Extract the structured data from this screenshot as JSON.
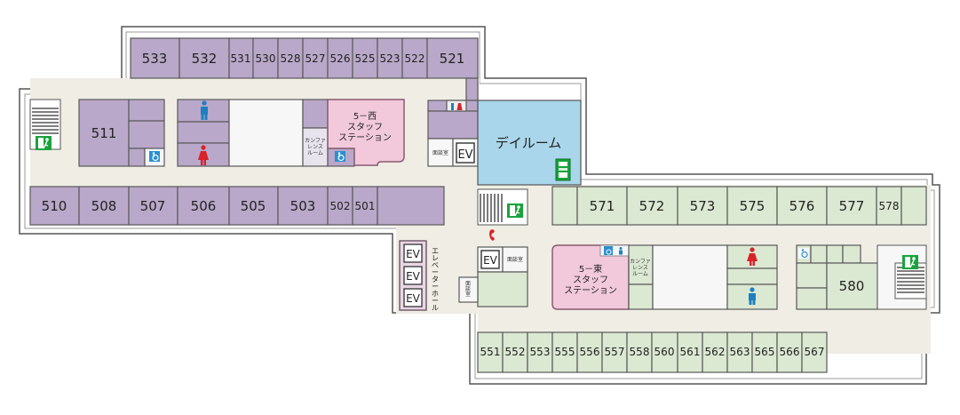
{
  "colors": {
    "purple_room": "#b9a8c9",
    "green_room": "#dbe8d2",
    "corridor": "#efede4",
    "dayroom": "#a9d6ea",
    "staff_station": "#f1c9da",
    "male_icon": "#1e7fc1",
    "female_icon": "#d8232a",
    "exit_green": "#19a33c"
  },
  "icons": [
    "male-icon",
    "female-icon",
    "wheelchair-icon",
    "emergency-exit-icon",
    "staircase-icon",
    "telephone-icon",
    "vending-machine-icon"
  ],
  "west_wing": {
    "north_rooms": [
      "533",
      "532",
      "531",
      "530",
      "528",
      "527",
      "526",
      "525",
      "523",
      "522",
      "521"
    ],
    "south_rooms": [
      "510",
      "508",
      "507",
      "506",
      "505",
      "503",
      "502",
      "501"
    ],
    "corner_room": "511",
    "staff_station": [
      "5－西",
      "スタッフ",
      "ステーション"
    ],
    "conference_room": [
      "カンファ",
      "レンス",
      "ルーム"
    ],
    "interview_room": "面談室",
    "elevator": "EV"
  },
  "day_room": {
    "label": "デイルーム"
  },
  "elevator_hall": {
    "label": [
      "エ",
      "レ",
      "ベ",
      "ー",
      "タ",
      "ー",
      "ホ",
      "ー",
      "ル"
    ],
    "elevators": [
      "EV",
      "EV",
      "EV"
    ]
  },
  "east_wing": {
    "north_rooms": [
      "571",
      "572",
      "573",
      "575",
      "576",
      "577",
      "578"
    ],
    "south_rooms": [
      "551",
      "552",
      "553",
      "555",
      "556",
      "557",
      "558",
      "560",
      "561",
      "562",
      "563",
      "565",
      "566",
      "567"
    ],
    "corner_room": "580",
    "staff_station": [
      "5－東",
      "スタッフ",
      "ステーション"
    ],
    "conference_room": [
      "カンファ",
      "レンス",
      "ルーム"
    ],
    "interview_room": "面談室",
    "interview_room_2": [
      "面",
      "談",
      "室"
    ],
    "elevator": "EV"
  }
}
